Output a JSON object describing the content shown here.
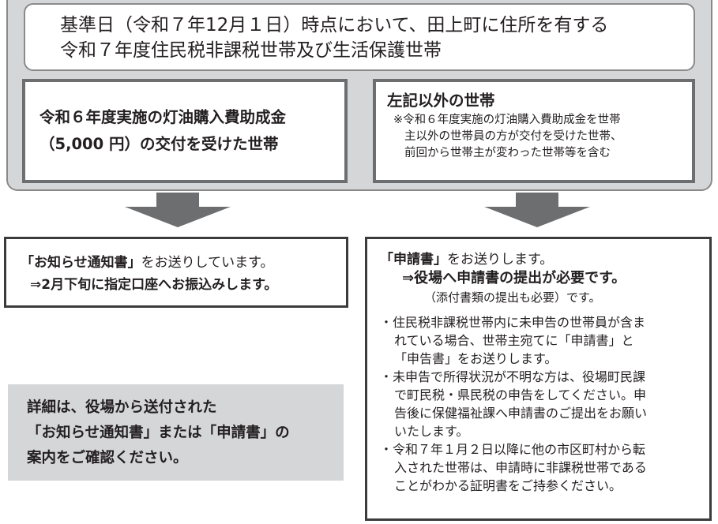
{
  "header": {
    "lines": [
      "基準日（令和７年12月１日）時点において、田上町に住所を有する",
      "令和７年度住民税非課税世帯及び生活保護世帯"
    ]
  },
  "left_category": {
    "lines": [
      "令和６年度実施の灯油購入費助成金",
      "（5,000 円）の交付を受けた世帯"
    ]
  },
  "right_category": {
    "title": "左記以外の世帯",
    "note": "※令和６年度実施の灯油購入費助成金を世帯\n主以外の世帯員の方が交付を受けた世帯、\n前回から世帯主が変わった世帯等を含む"
  },
  "left_result": {
    "doc": "「お知らせ通知書」",
    "line1_rest": "をお送りしています。",
    "line2": "⇒2月下旬に指定口座へお振込みします。"
  },
  "right_result": {
    "doc": "「申請書」",
    "line1_rest": "をお送りします。",
    "line2": "⇒役場へ申請書の提出が必要です。",
    "line3": "（添付書類の提出も必要）です。",
    "bullets": [
      "・住民税非課税世帯内に未申告の世帯員が含ま\nれている場合、世帯主宛てに「申請書」と\n「申告書」をお送りします。",
      "・未申告で所得状況が不明な方は、役場町民課\nで町民税・県民税の申告をしてください。申\n告後に保健福祉課へ申請書のご提出をお願い\nいたします。",
      "・令和７年１月２日以降に他の市区町村から転\n入された世帯は、申請時に非課税世帯である\nことがわかる証明書をご持参ください。"
    ]
  },
  "detail": {
    "lines": [
      "詳細は、役場から送付された",
      "「お知らせ通知書」または「申請書」の",
      "案内をご確認ください。"
    ]
  }
}
